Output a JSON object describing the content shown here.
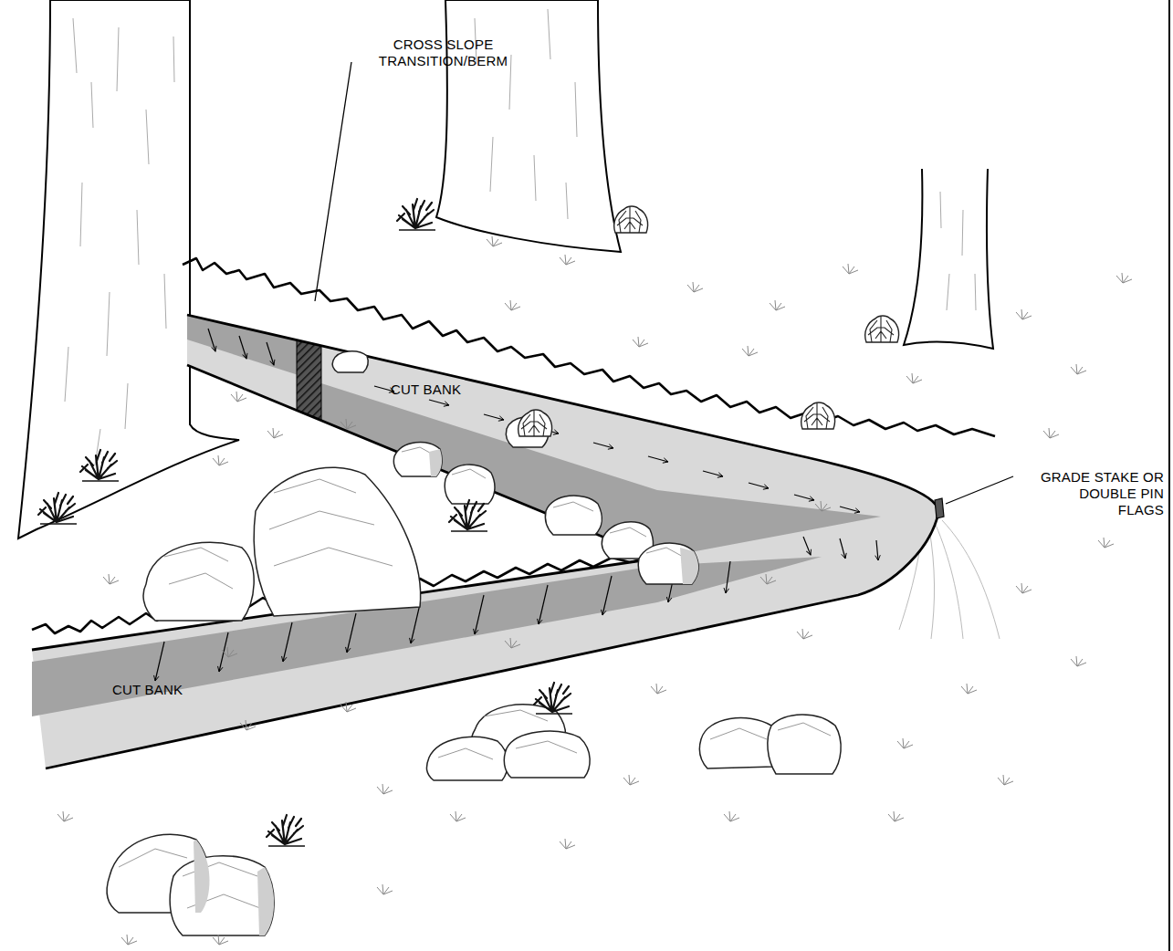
{
  "diagram": {
    "labels": [
      "CROSS SLOPE TRANSITION/BERM",
      "CUT BANK",
      "GRADE STAKE OR DOUBLE PIN FLAGS",
      "CUT BANK"
    ]
  }
}
